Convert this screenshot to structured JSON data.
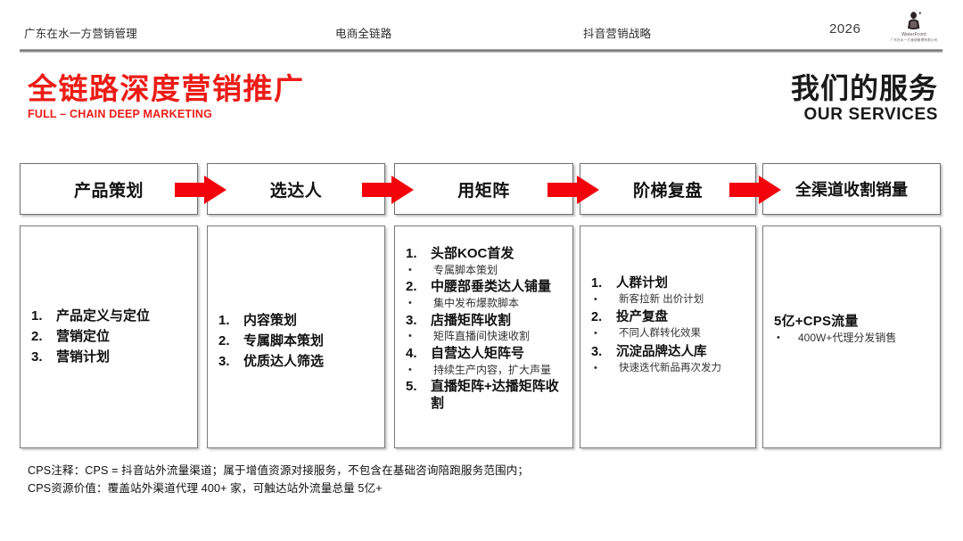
{
  "header": {
    "company": "广东在水一方营销管理",
    "topic": "电商全链路",
    "strategy": "抖音营销战略",
    "year": "2026",
    "logo_name": "WaterFront",
    "logo_sub": "广东在水一方营销管理有限公司"
  },
  "title": {
    "left_cn": "全链路深度营销推广",
    "left_en": "FULL – CHAIN DEEP MARKETING",
    "right_cn": "我们的服务",
    "right_en": "OUR SERVICES",
    "accent_color": "#EC1C16"
  },
  "flow": {
    "arrow_color": "#F2020B",
    "steps": [
      {
        "head": "产品策划",
        "items": [
          {
            "level": 1,
            "marker": "1.",
            "text": "产品定义与定位"
          },
          {
            "level": 1,
            "marker": "2.",
            "text": "营销定位"
          },
          {
            "level": 1,
            "marker": "3.",
            "text": "营销计划"
          }
        ]
      },
      {
        "head": "选达人",
        "items": [
          {
            "level": 1,
            "marker": "1.",
            "text": "内容策划"
          },
          {
            "level": 1,
            "marker": "2.",
            "text": "专属脚本策划"
          },
          {
            "level": 1,
            "marker": "3.",
            "text": "优质达人筛选"
          }
        ]
      },
      {
        "head": "用矩阵",
        "items": [
          {
            "level": 1,
            "marker": "1.",
            "text": "头部KOC首发"
          },
          {
            "level": 2,
            "marker": "•",
            "text": "专属脚本策划"
          },
          {
            "level": 1,
            "marker": "2.",
            "text": "中腰部垂类达人铺量"
          },
          {
            "level": 2,
            "marker": "•",
            "text": "集中发布爆款脚本"
          },
          {
            "level": 1,
            "marker": "3.",
            "text": "店播矩阵收割"
          },
          {
            "level": 2,
            "marker": "•",
            "text": "矩阵直播间快速收割"
          },
          {
            "level": 1,
            "marker": "4.",
            "text": "自营达人矩阵号"
          },
          {
            "level": 2,
            "marker": "•",
            "text": "持续生产内容，扩大声量"
          },
          {
            "level": 1,
            "marker": "5.",
            "text": "直播矩阵+达播矩阵收割"
          }
        ]
      },
      {
        "head": "阶梯复盘",
        "items": [
          {
            "level": 1,
            "marker": "1.",
            "text": "人群计划"
          },
          {
            "level": 2,
            "marker": "•",
            "text": "新客拉新 出价计划"
          },
          {
            "level": 1,
            "marker": "2.",
            "text": "投产复盘"
          },
          {
            "level": 2,
            "marker": "•",
            "text": "不同人群转化效果"
          },
          {
            "level": 1,
            "marker": "3.",
            "text": "沉淀品牌达人库"
          },
          {
            "level": 2,
            "marker": "•",
            "text": "快速迭代新品再次发力"
          }
        ]
      },
      {
        "head": "全渠道收割销量",
        "items": [
          {
            "level": 0,
            "marker": "",
            "text": "5亿+CPS流量"
          },
          {
            "level": 2,
            "marker": "•",
            "text": "400W+代理分发销售"
          }
        ]
      }
    ]
  },
  "footnotes": [
    "CPS注释：CPS = 抖音站外流量渠道；属于增值资源对接服务，不包含在基础咨询陪跑服务范围内；",
    "CPS资源价值：覆盖站外渠道代理 400+ 家，可触达站外流量总量 5亿+"
  ]
}
